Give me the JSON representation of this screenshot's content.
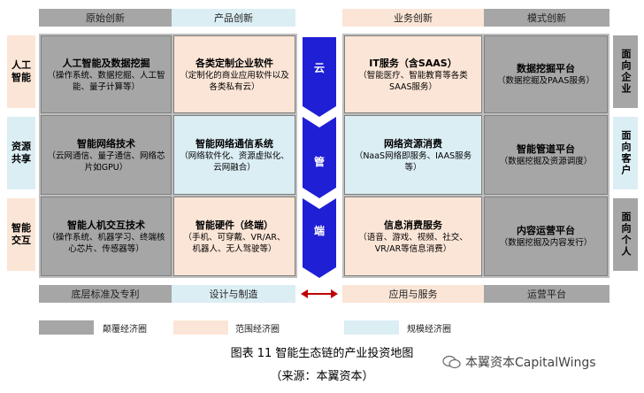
{
  "headers": {
    "original": "原始创新",
    "product": "产品创新",
    "business": "业务创新",
    "model": "模式创新"
  },
  "left_labels": [
    "人工\n智能",
    "资源\n共享",
    "智能\n交互"
  ],
  "right_labels": [
    "面向企业",
    "面向客户",
    "面向个人"
  ],
  "arrow_labels": [
    "云",
    "管",
    "端"
  ],
  "cells": {
    "r1": {
      "c1_title": "人工智能及数据挖掘",
      "c1_desc": "（操作系统、数据挖掘、人工智能、量子计算等）",
      "c2_title": "各类定制企业软件",
      "c2_desc": "（定制化的商业应用软件以及各类私有云）",
      "c3_title": "IT服务（含SAAS）",
      "c3_desc": "（智能医疗、智能教育等各类SAAS服务）",
      "c4_title": "数据挖掘平台",
      "c4_desc": "（数据挖掘及PAAS服务）"
    },
    "r2": {
      "c1_title": "智能网络技术",
      "c1_desc": "（云网通信、量子通信、网络芯片如GPU）",
      "c2_title": "智能网络通信系统",
      "c2_desc": "（网络软件化、资源虚拟化、云网融合）",
      "c3_title": "网络资源消费",
      "c3_desc": "（NaaS网络即服务、IAAS服务等）",
      "c4_title": "智能管道平台",
      "c4_desc": "（数据挖掘及资源调度）"
    },
    "r3": {
      "c1_title": "智能人机交互技术",
      "c1_desc": "（操作系统、机器学习、终端核心芯片、传感器等）",
      "c2_title": "智能硬件（终端）",
      "c2_desc": "（手机、可穿戴、VR/AR、机器人、无人驾驶等）",
      "c3_title": "信息消费服务",
      "c3_desc": "（语音、游戏、视频、社交、VR/AR等信息消费）",
      "c4_title": "内容运营平台",
      "c4_desc": "（数据挖掘及内容发行）"
    }
  },
  "footers": {
    "basic": "底层标准及专利",
    "design": "设计与制造",
    "app": "应用与服务",
    "ops": "运营平台"
  },
  "legend": {
    "gray": "颠覆经济圈",
    "peach": "范围经济圈",
    "blue": "规模经济圈"
  },
  "caption": "图表 11 智能生态链的产业投资地图",
  "source": "（来源：本翼资本）",
  "watermark": "本翼资本CapitalWings",
  "colors": {
    "gray": "#a6a6a6",
    "peach": "#fbe5d6",
    "blue": "#dbeef4",
    "arrow": "#1f1fd6",
    "double_arrow": "#c00000"
  }
}
